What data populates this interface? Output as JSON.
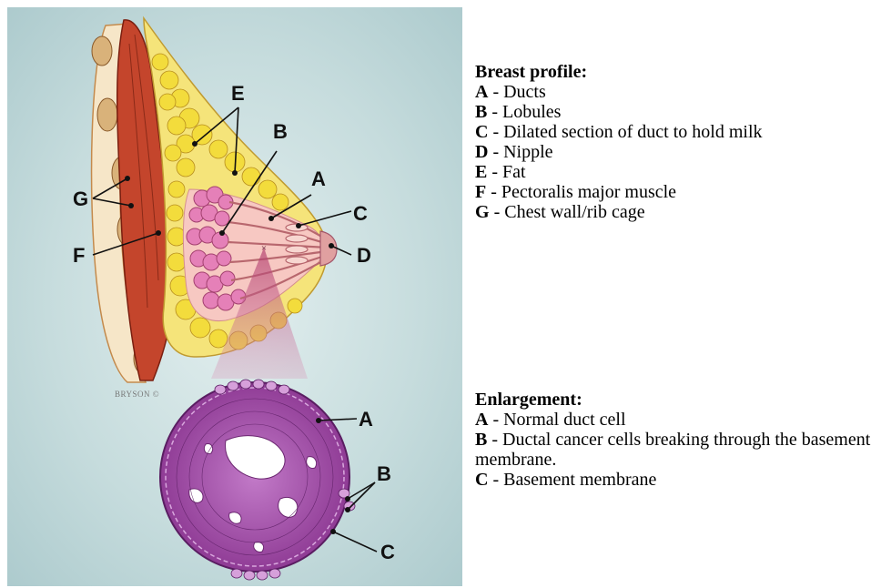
{
  "diagram": {
    "profile_labels": {
      "A": "A",
      "B": "B",
      "C": "C",
      "D": "D",
      "E": "E",
      "F": "F",
      "G": "G"
    },
    "enlargement_labels": {
      "A": "A",
      "B": "B",
      "C": "C"
    },
    "credit": "BRYSON ©"
  },
  "legend_profile": {
    "title": "Breast profile:",
    "items": [
      {
        "key": "A",
        "text": " - Ducts"
      },
      {
        "key": "B",
        "text": " - Lobules"
      },
      {
        "key": "C",
        "text": " - Dilated section of duct to hold milk"
      },
      {
        "key": "D",
        "text": " - Nipple"
      },
      {
        "key": "E",
        "text": " - Fat"
      },
      {
        "key": "F",
        "text": " - Pectoralis major muscle"
      },
      {
        "key": "G",
        "text": " - Chest wall/rib cage"
      }
    ]
  },
  "legend_enlargement": {
    "title": "Enlargement:",
    "items": [
      {
        "key": "A",
        "text": " - Normal duct cell"
      },
      {
        "key": "B",
        "text": " - Ductal cancer cells breaking through the basement membrane."
      },
      {
        "key": "C",
        "text": " - Basement membrane"
      }
    ]
  },
  "colors": {
    "background": "#bfd6d8",
    "fat": "#f3e25a",
    "muscle": "#c4452c",
    "lobule": "#e580b8",
    "duct_tissue": "#f2b8b4",
    "enlargement": "#a04aa6"
  }
}
